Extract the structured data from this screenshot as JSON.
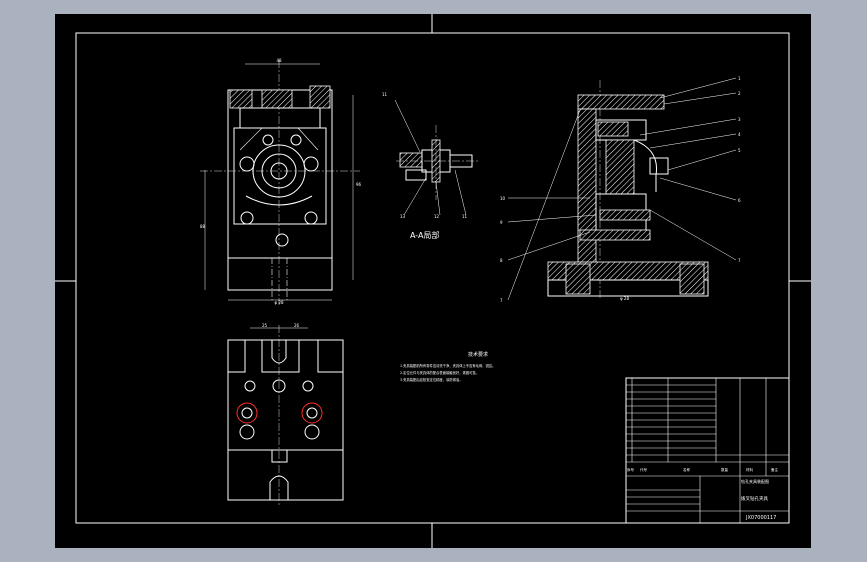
{
  "section_label": "A-A局部",
  "notes_title": "技术要求",
  "notes_lines": [
    "1.夹具装配前所有零件应清洗干净，夹具体上不应有毛刺、锐边。",
    "2.定位元件与夹具体的配合表面接触良好，紧固可靠。",
    "3.夹具装配后应检查定位精度，涂防锈油。"
  ],
  "title_block": {
    "part_name_top": "钻孔夹具装配图",
    "part_name_bottom": "拨叉钻孔夹具",
    "drawing_no": "JX07000117",
    "col_labels": [
      "序号",
      "代号",
      "名称",
      "数量",
      "材料",
      "备注"
    ]
  },
  "colors": {
    "background": "#a9b2be",
    "paper": "#000000",
    "lines": "#ffffff",
    "highlight": "#ff3030"
  }
}
